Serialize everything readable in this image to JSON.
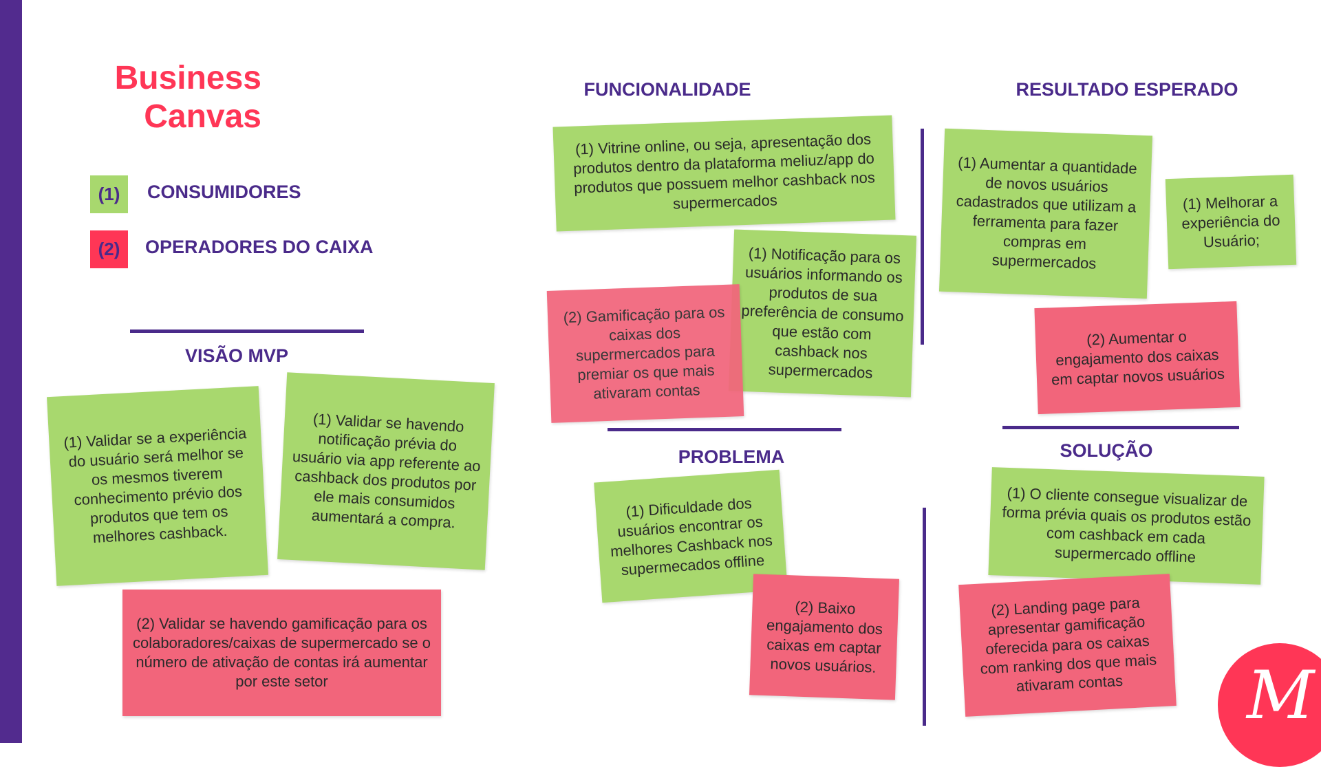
{
  "title": {
    "line1": "Business",
    "line2": "Canvas"
  },
  "legend": [
    {
      "marker": "(1)",
      "label": "CONSUMIDORES",
      "color": "#a8d86e"
    },
    {
      "marker": "(2)",
      "label": "OPERADORES DO CAIXA",
      "color": "#ff3656"
    }
  ],
  "sections": {
    "visao": "VISÃO MVP",
    "funcionalidade": "FUNCIONALIDADE",
    "resultado": "RESULTADO ESPERADO",
    "problema": "PROBLEMA",
    "solucao": "SOLUÇÃO"
  },
  "notes": {
    "visao1": "(1) Validar  se a experiência do usuário será melhor se os mesmos tiverem conhecimento prévio dos produtos que tem os melhores cashback.",
    "visao2": "(1) Validar se havendo notificação prévia do usuário via app referente ao cashback dos produtos  por ele mais consumidos aumentará a compra.",
    "visao3": "(2) Validar se havendo gamificação para os colaboradores/caixas de supermercado se o número de ativação de contas irá aumentar por este setor",
    "func1": "(1) Vitrine online, ou seja, apresentação dos produtos dentro da plataforma meliuz/app do produtos que possuem melhor cashback nos supermercados",
    "func2": "(2) Gamificação para os caixas dos supermercados para premiar os que mais ativaram contas",
    "func3": "(1) Notificação para os usuários informando os produtos de sua preferência de consumo que estão com cashback nos supermercados",
    "res1": "(1) Aumentar a quantidade de novos usuários cadastrados que utilizam a ferramenta para fazer compras em supermercados",
    "res2": "(1) Melhorar a experiência do Usuário;",
    "res3": "(2) Aumentar o engajamento dos caixas em captar novos usuários",
    "prob1": "(1) Dificuldade dos usuários encontrar os melhores Cashback nos supermecados offline",
    "prob2": "(2) Baixo engajamento dos caixas em captar novos usuários.",
    "sol1": "(1) O cliente consegue visualizar de forma prévia quais os produtos estão com cashback em cada supermercado offline",
    "sol2": "(2) Landing page para apresentar gamificação oferecida para os caixas com ranking dos que mais ativaram contas"
  },
  "logo": {
    "letter": "M"
  },
  "colors": {
    "purple": "#4a2a8a",
    "green": "#a8d86e",
    "red": "#f2657b",
    "brand": "#ff3656"
  }
}
